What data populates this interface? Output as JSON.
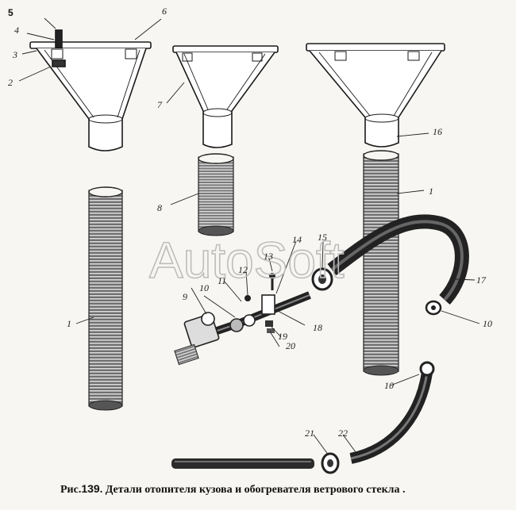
{
  "watermark": "AutoSoft",
  "figure": {
    "number_prefix": "Рис.",
    "number": "139",
    "caption": ". Детали отопителя кузова и обогревателя ветрового стекла ."
  },
  "callouts": {
    "c1a": "1",
    "c1b": "1",
    "c2": "2",
    "c3": "3",
    "c4": "4",
    "c5": "5",
    "c6": "6",
    "c7": "7",
    "c8": "8",
    "c9": "9",
    "c10a": "10",
    "c10b": "10",
    "c10c": "10",
    "c11": "11",
    "c12": "12",
    "c13": "13",
    "c14": "14",
    "c15": "15",
    "c16": "16",
    "c17": "17",
    "c18": "18",
    "c19": "19",
    "c20": "20",
    "c21": "21",
    "c22": "22"
  }
}
